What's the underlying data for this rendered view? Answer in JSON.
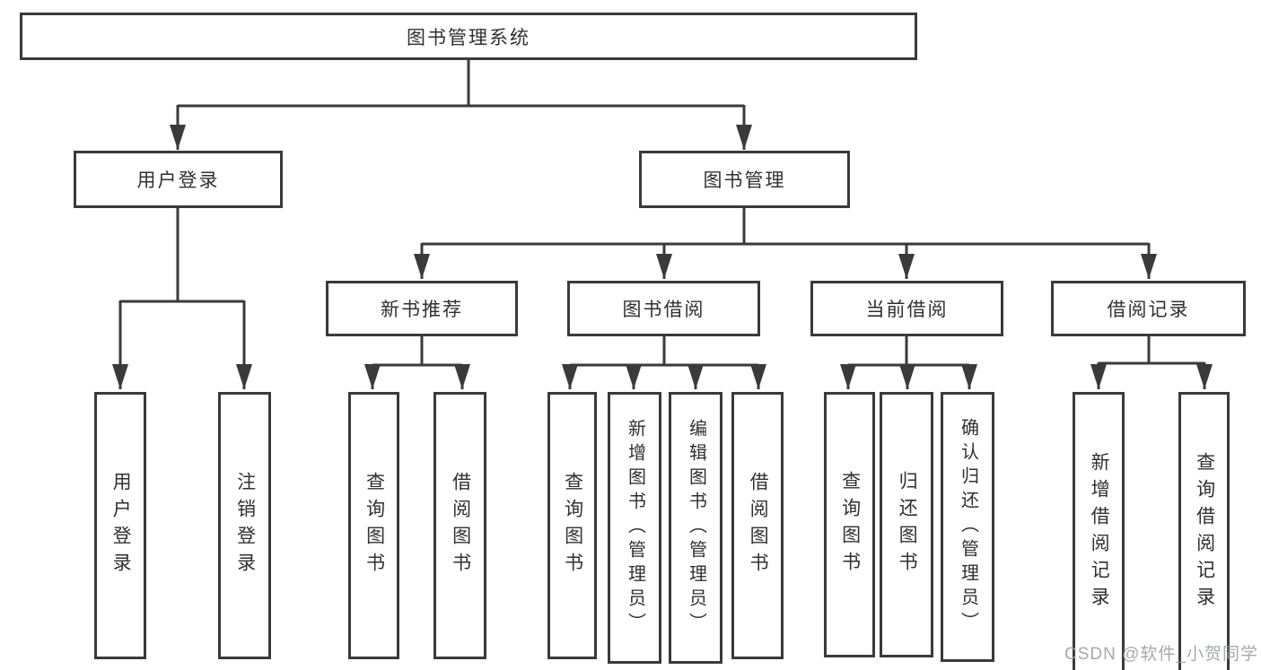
{
  "diagram": {
    "root": {
      "label": "图书管理系统"
    },
    "user_login": {
      "label": "用户登录",
      "children": [
        {
          "label": "用户登录"
        },
        {
          "label": "注销登录"
        }
      ]
    },
    "book_mgmt": {
      "label": "图书管理",
      "groups": [
        {
          "label": "新书推荐",
          "children": [
            {
              "label": "查询图书"
            },
            {
              "label": "借阅图书"
            }
          ]
        },
        {
          "label": "图书借阅",
          "children": [
            {
              "label": "查询图书"
            },
            {
              "label": "新增图书（管理员）"
            },
            {
              "label": "编辑图书（管理员）"
            },
            {
              "label": "借阅图书"
            }
          ]
        },
        {
          "label": "当前借阅",
          "children": [
            {
              "label": "查询图书"
            },
            {
              "label": "归还图书"
            },
            {
              "label": "确认归还（管理员）"
            }
          ]
        },
        {
          "label": "借阅记录",
          "children": [
            {
              "label": "新增借阅记录"
            },
            {
              "label": "查询借阅记录"
            }
          ]
        }
      ]
    },
    "colors": {
      "line": "#3a3a3a",
      "text": "#303030",
      "watermark": "#9da0a6"
    },
    "watermark": "CSDN @软件_小贺同学"
  }
}
